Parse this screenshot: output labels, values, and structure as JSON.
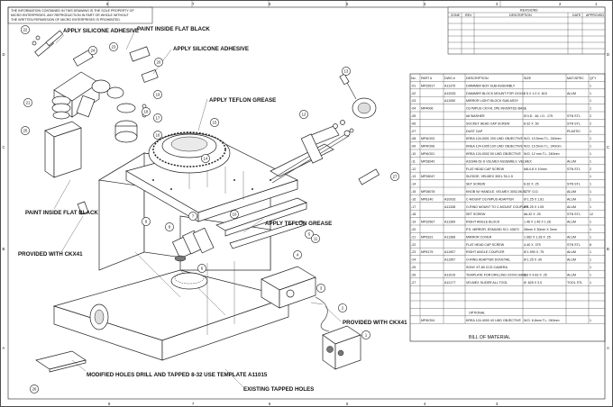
{
  "notice": [
    "THE INFORMATION CONTAINED IN THIS DRAWING IS THE SOLE PROPERTY OF",
    "MICRO ENTERPRISES. ANY REPRODUCTION IN PART OR WHOLE WITHOUT",
    "THE WRITTEN PERMISSION OF MICRO ENTERPRISES IS PROHIBITED."
  ],
  "border": {
    "top_cols": [
      "8",
      "7",
      "6",
      "5",
      "4",
      "3",
      "2",
      "1"
    ],
    "left_rows": [
      "D",
      "C",
      "B",
      "A"
    ]
  },
  "revisions": {
    "title": "REVISIONS",
    "headers": [
      "ZONE",
      "REV",
      "DESCRIPTION",
      "DATE",
      "APPROVED"
    ]
  },
  "annotations": {
    "apply_silicone_1": "APPLY SILICONE ADHESIVE",
    "paint_inside_1": "PAINT INSIDE FLAT BLACK",
    "apply_silicone_2": "APPLY SILICONE ADHESIVE",
    "apply_teflon_1": "APPLY TEFLON GREASE",
    "paint_inside_2": "PAINT INSIDE FLAT BLACK",
    "provided_cxk_1": "PROVIDED WITH CKX41",
    "apply_teflon_2": "APPLY TEFLON GREASE",
    "provided_cxk_2": "PROVIDED WITH CKX41",
    "modified_holes": "MODIFIED HOLES DRILL AND TAPPED 8-32 USE TEMPLATE A11015",
    "existing_holes": "EXISTING TAPPED HOLES"
  },
  "balloons": [
    "1",
    "2",
    "3",
    "4",
    "5",
    "6",
    "7",
    "8",
    "9",
    "10",
    "11",
    "12",
    "13",
    "14",
    "15",
    "16",
    "17",
    "18",
    "19",
    "20",
    "21",
    "22",
    "23",
    "24",
    "25",
    "26",
    "27"
  ],
  "bom": {
    "title": "BILL OF MATERIAL",
    "headers": [
      "No.",
      "PART #",
      "DWG #",
      "DESCRIPTION",
      "SIZE",
      "MAT./SPEC",
      "QTY"
    ],
    "rows": [
      [
        "-01",
        "MP33517",
        "A11375",
        "DIAMMER BOX SUB-ASSEMBLY",
        "",
        "",
        "1"
      ],
      [
        "-02",
        "",
        "A12025",
        "DIAMMER BLOCK MOUNT FOR CKX41",
        "2.5 X 1.0 X .615",
        "ALUM",
        "1"
      ],
      [
        "-03",
        "",
        "A11050",
        "MIRROR LIGHT BLOCK SUB ASSY",
        "",
        "",
        "1"
      ],
      [
        "-04",
        "MP4006",
        "",
        "OLYMPUS CKX41 2PE INVERTED BASE",
        "",
        "",
        "1"
      ],
      [
        "-05",
        "",
        "",
        "#8 WASHER",
        "Ø 0.D. .46, I.D. .175",
        "STN STL",
        "2"
      ],
      [
        "-06",
        "",
        "",
        "SOCKET HEAD CAP SCREW",
        "8-32 X .50",
        "STN STL",
        "2"
      ],
      [
        "-07",
        "",
        "",
        "DUST CAP",
        "",
        "PLASTIC",
        "1"
      ],
      [
        "-08",
        "MP4IO03",
        "",
        "KREA 124-0001 20X LWD OBJECTIVE",
        "W.D. 10.5mm T.L. 240mm",
        "",
        "1"
      ],
      [
        "-09",
        "MP4IO06",
        "",
        "KREA 124-1005 10X LWD OBJECTIVE",
        "W.D. 10.5mm T.L. 240mm",
        "",
        "1"
      ],
      [
        "-10",
        "MP4IO01",
        "",
        "KREA 124-0002 5X LWD OBJECTIVE",
        "W.D. 12 mm T.L. 240mm",
        "",
        "1"
      ],
      [
        "-11",
        "MP28042",
        "",
        "A10348-51-S VELMEX ASSEMBLY, VELMEX",
        "",
        "ALUM",
        "1"
      ],
      [
        "-12",
        "",
        "",
        "FLAT HEAD CAP SCREW",
        "M6-0.8 X 10mm",
        "STN STL",
        "2"
      ],
      [
        "-13",
        "MP28047",
        "",
        "SLEDGE, VELMEX 3001-TA-1.5",
        "",
        "",
        "1"
      ],
      [
        "-14",
        "",
        "",
        "SET SCREW",
        "6-32 X .25",
        "STN STL",
        "1"
      ],
      [
        "-15",
        "MP28078",
        "",
        "KNOB W/ HANDLE, VELMEX 3002-06-S7",
        "1.75\" O.D.",
        "ALUM",
        "1"
      ],
      [
        "-16",
        "MP8140",
        "A10916",
        "C-MOUNT OLYMPUS ADAPTER",
        "Ø 1.25 X 1.81",
        "ALUM",
        "1"
      ],
      [
        "-17",
        "",
        "A11338",
        "O-RING MOUNT TO C-MOUNT COUPLER",
        "Ø 1.25 X 1.05",
        "ALUM",
        "1"
      ],
      [
        "-18",
        "",
        "",
        "SET SCREW",
        "#6-32 X .25",
        "STN STL",
        "12"
      ],
      [
        "-19",
        "MP32567",
        "A11369",
        "RIGHT ANGLE BLOCK",
        "1.46 X 1.46 X 1.28",
        "ALUM",
        "1"
      ],
      [
        "-20",
        "",
        "",
        "P.S. MIRROR, EDMUND SCI. 43873",
        "28mm X 30mm X 3mm",
        "",
        "1"
      ],
      [
        "-21",
        "MP5331",
        "A11368",
        "MIRROR COVER",
        "1.062 X 1.28 X .25",
        "ALUM",
        "1"
      ],
      [
        "-22",
        "",
        "",
        "FLAT HEAD CAP SCREW",
        "4-40 X .375",
        "STN STL",
        "8"
      ],
      [
        "-23",
        "MP8175",
        "A11907",
        "RIGHT ANGLE COUPLER",
        "Ø 1.990 X .75",
        "ALUM",
        "1"
      ],
      [
        "-24",
        "",
        "A11957",
        "O-RING ADAPTER DOVETAIL",
        "Ø 1.25 X .90",
        "ALUM",
        "1"
      ],
      [
        "-25",
        "",
        "",
        "SONY XT-80 CCD CAMERA",
        "",
        "",
        "1"
      ],
      [
        "-26",
        "",
        "A11015",
        "TEMPLATE FOR DRILLING CKX41 BASE",
        "3.3 X 4.83 X .25",
        "ALUM",
        "1"
      ],
      [
        "-27",
        "",
        "A12177",
        "VELMEX SLIDER ALL TOOL",
        "Ø .625 X 3.0",
        "TOOL STL",
        "1"
      ]
    ],
    "optional_label": "OPTIONAL",
    "optional_row": [
      "",
      "MP4IO04",
      "",
      "KREA 124-4000 4X LWD OBJECTIVE",
      "W.D. 6.8mm T.L. 240mm",
      "",
      "1"
    ]
  }
}
